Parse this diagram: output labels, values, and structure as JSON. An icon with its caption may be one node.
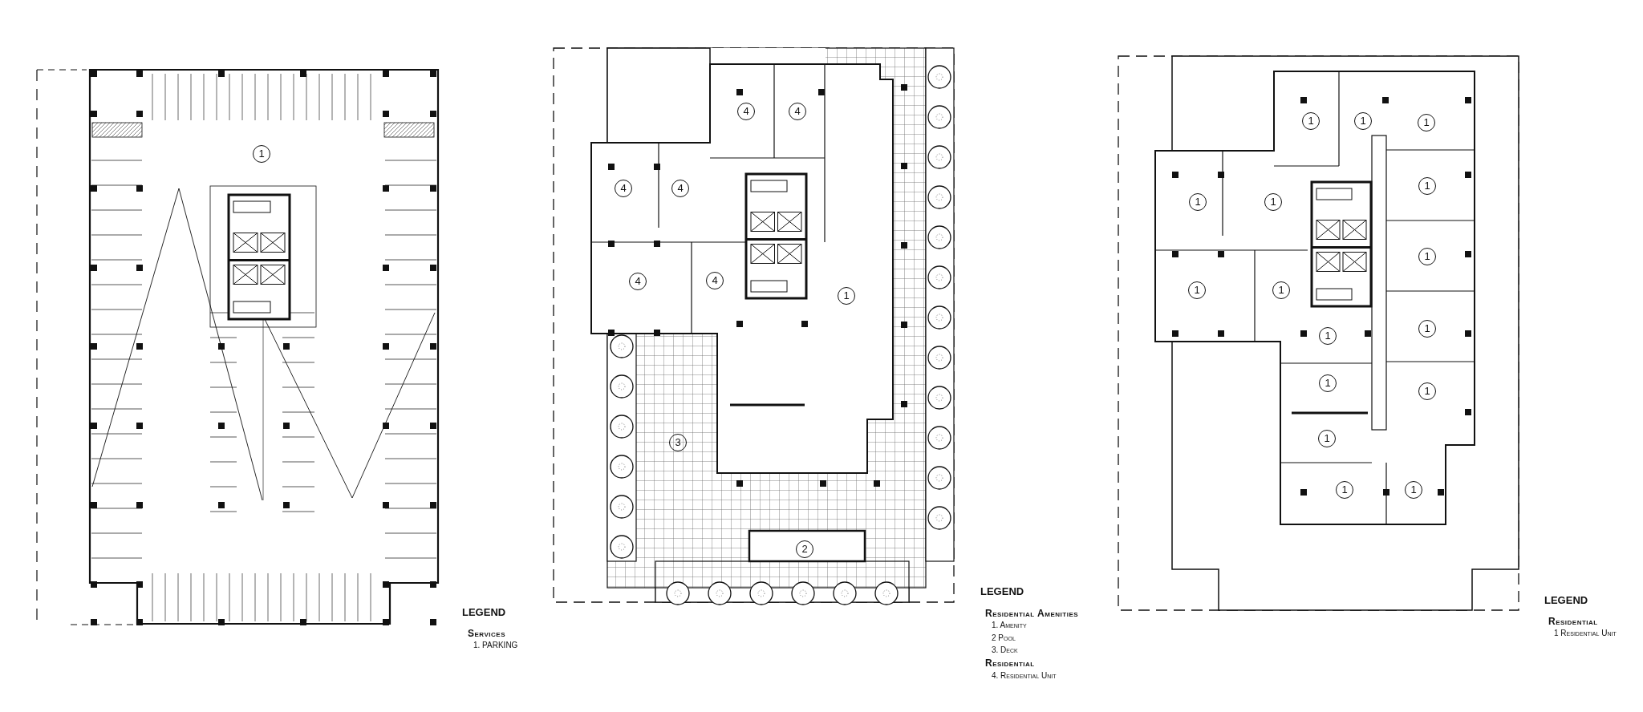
{
  "diagram": {
    "labels": [
      "1",
      "LEGEND",
      "Services",
      "1. PARKING",
      "4",
      "4",
      "4",
      "4",
      "4",
      "4",
      "1",
      "3",
      "2",
      "LEGEND",
      "Residential Amenities",
      "1. Amenity",
      "2 Pool",
      "3. Deck",
      "Residential",
      "4. Residential Unit",
      "1",
      "1",
      "1",
      "1",
      "1",
      "1",
      "1",
      "1",
      "1",
      "1",
      "1",
      "1",
      "1",
      "1",
      "1",
      "1",
      "LEGEND",
      "Residential",
      "1 Residential Unit"
    ]
  }
}
